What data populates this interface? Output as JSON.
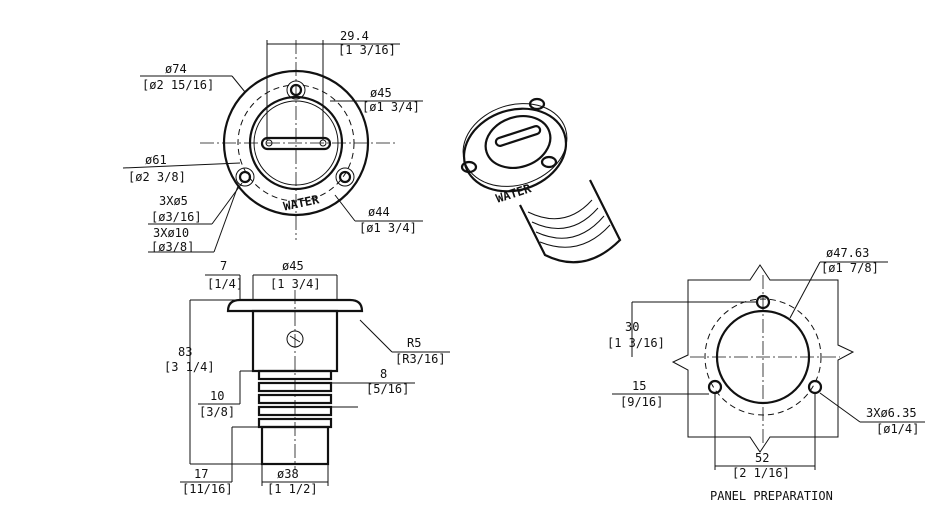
{
  "front_view": {
    "overall_width": "29.4",
    "overall_width_in": "[1 3/16]",
    "flange_dia": "ø74",
    "flange_dia_in": "[ø2 15/16]",
    "inner_dia": "ø45",
    "inner_dia_in": "[ø1 3/4]",
    "bolt_circle": "ø61",
    "bolt_circle_in": "[ø2 3/8]",
    "holes": "3Xø5",
    "holes_in": "[ø3/16]",
    "counterbore": "3Xø10",
    "counterbore_in": "[ø3/8]",
    "cap_dia": "ø44",
    "cap_dia_in": "[ø1 3/4]",
    "cap_text": "WATER"
  },
  "side_view": {
    "flange_thk": "7",
    "flange_thk_in": "[1/4]",
    "top_dia": "ø45",
    "top_dia_in": "[1 3/4]",
    "height": "83",
    "height_in": "[3 1/4]",
    "radius": "R5",
    "radius_in": "[R3/16]",
    "rib_pitch": "8",
    "rib_pitch_in": "[5/16]",
    "rib_len": "10",
    "rib_len_in": "[3/8]",
    "tail_len": "17",
    "tail_len_in": "[11/16]",
    "tail_dia": "ø38",
    "tail_dia_in": "[1 1/2]"
  },
  "panel": {
    "hole_dia": "ø47.63",
    "hole_dia_in": "[ø1 7/8]",
    "v_offset": "30",
    "v_offset_in": "[1 3/16]",
    "h_offset": "15",
    "h_offset_in": "[9/16]",
    "bolt_holes": "3Xø6.35",
    "bolt_holes_in": "[ø1/4]",
    "span": "52",
    "span_in": "[2 1/16]",
    "caption": "PANEL PREPARATION"
  },
  "iso_view": {
    "cap_text": "WATER"
  }
}
